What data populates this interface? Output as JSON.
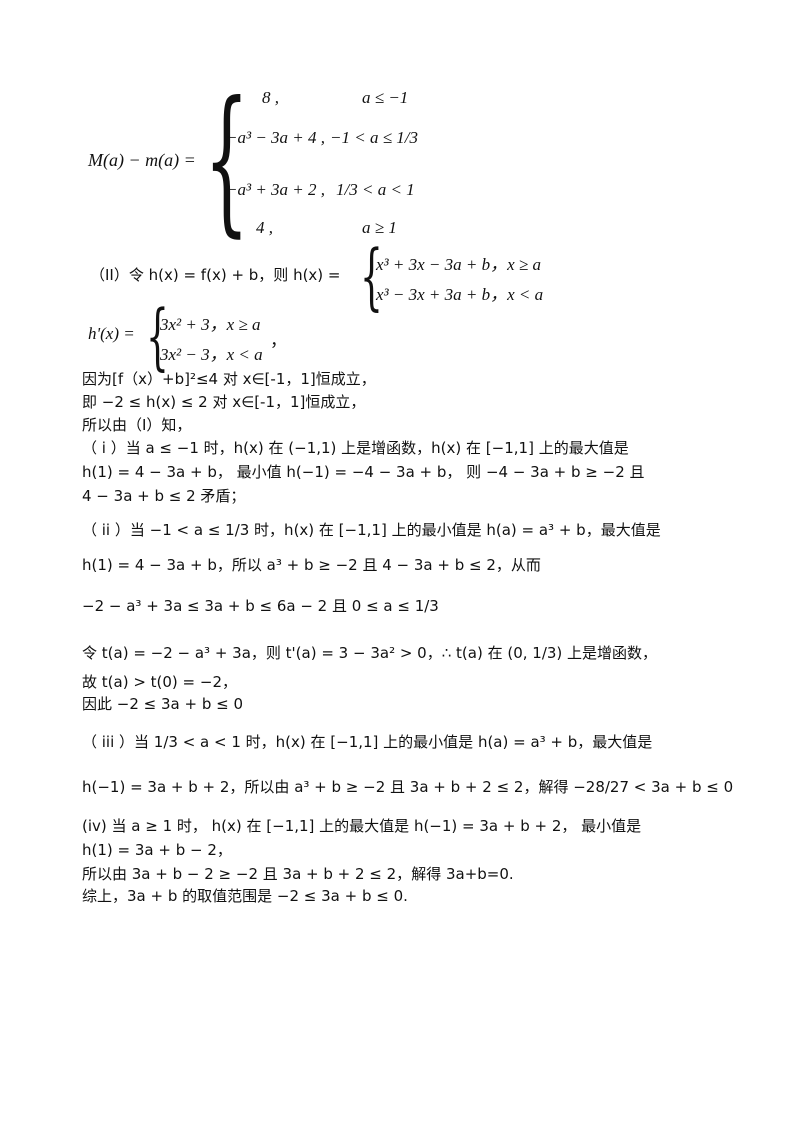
{
  "piecewise_M": {
    "lhs": "M(a) − m(a) =",
    "cases": [
      {
        "expr": "8 ,",
        "cond": "a ≤ −1"
      },
      {
        "expr": "−a³ − 3a + 4 ,",
        "cond": "−1 < a ≤ 1/3"
      },
      {
        "expr": "−a³ + 3a + 2 ,",
        "cond": "1/3 < a < 1"
      },
      {
        "expr": "4 ,",
        "cond": "a ≥ 1"
      }
    ]
  },
  "part2": {
    "lead": "（II）令 h(x) = f(x) + b，则 h(x) =",
    "h_cases": [
      "x³ + 3x − 3a + b，x ≥ a",
      "x³ − 3x + 3a + b，x < a"
    ],
    "hprime_lhs": "h'(x) =",
    "hprime_cases": [
      "3x² + 3，x ≥ a",
      "3x² − 3，x < a"
    ],
    "hprime_tail": "，"
  },
  "lines": [
    "因为[f（x）+b]²≤4 对 x∈[-1，1]恒成立，",
    "即 −2 ≤ h(x) ≤ 2 对 x∈[-1，1]恒成立，",
    "所以由（Ⅰ）知，",
    "（ i ）当 a ≤ −1 时，h(x) 在 (−1,1) 上是增函数，h(x)  在 [−1,1] 上的最大值是",
    "h(1) = 4 − 3a + b，  最小值  h(−1) = −4 − 3a + b，  则  −4 − 3a + b ≥ −2 且",
    "4 − 3a + b ≤ 2 矛盾；",
    "（ ii ）当 −1 < a ≤ 1/3  时，h(x) 在 [−1,1] 上的最小值是 h(a) = a³ + b，最大值是",
    "h(1) = 4 − 3a + b，所以 a³ + b ≥ −2 且 4 − 3a + b ≤ 2，从而",
    "−2 − a³ + 3a ≤ 3a + b ≤ 6a − 2   且 0 ≤ a ≤ 1/3",
    "令 t(a) = −2 − a³ + 3a，则 t'(a) = 3 − 3a² > 0，∴ t(a)  在 (0, 1/3)  上是增函数，",
    "故 t(a) > t(0) = −2，",
    "因此 −2 ≤ 3a + b ≤ 0",
    "（ iii ）当 1/3 < a < 1   时，h(x) 在 [−1,1] 上的最小值是 h(a) = a³ + b，最大值是",
    "h(−1) = 3a + b + 2，所以由 a³ + b ≥ −2 且 3a + b + 2 ≤ 2，解得 −28/27 < 3a + b ≤ 0",
    "(iv) 当 a ≥ 1 时，  h(x) 在 [−1,1] 上的最大值是 h(−1) = 3a + b + 2，  最小值是",
    "h(1) = 3a + b − 2，",
    "所以由 3a + b − 2 ≥ −2 且 3a + b + 2 ≤ 2，解得 3a+b=0.",
    "综上，3a + b  的取值范围是 −2 ≤ 3a + b ≤ 0."
  ]
}
